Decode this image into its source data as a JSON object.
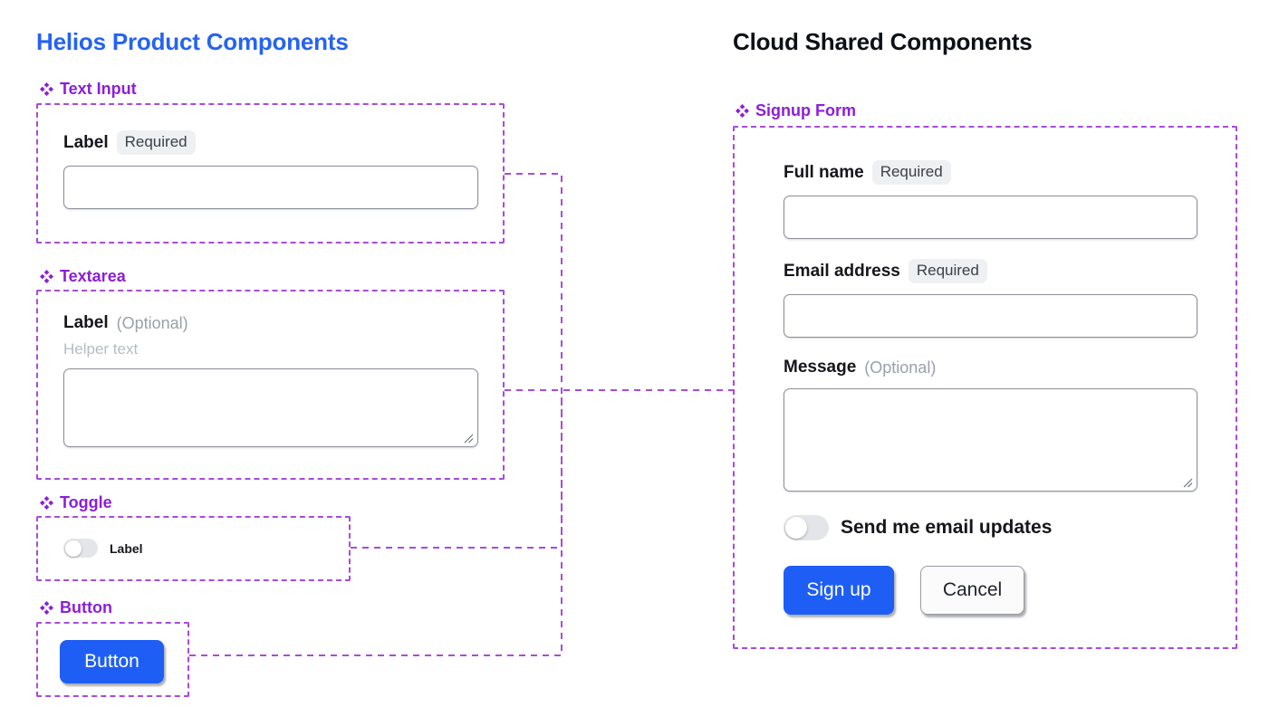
{
  "columns": {
    "left": {
      "title": "Helios Product Components"
    },
    "right": {
      "title": "Cloud Shared Components"
    }
  },
  "icons": {
    "group_marker": "diamond-cluster-icon",
    "resize_grip": "resize-grip-icon"
  },
  "colors": {
    "left_title": "#2563f0",
    "right_title": "#0d1117",
    "group_label": "#8b1fd6",
    "group_border": "#a84bdb",
    "primary_button": "#1e5ef5",
    "badge_bg": "#eef0f2",
    "optional_text": "#9aa0a8",
    "helper_text": "#b6bcc4"
  },
  "left_groups": [
    {
      "name": "text-input",
      "label": "Text Input",
      "field": {
        "label": "Label",
        "badge": "Required",
        "value": "",
        "placeholder": ""
      }
    },
    {
      "name": "textarea",
      "label": "Textarea",
      "field": {
        "label": "Label",
        "optional": "(Optional)",
        "helper": "Helper text",
        "value": "",
        "placeholder": ""
      }
    },
    {
      "name": "toggle",
      "label": "Toggle",
      "field": {
        "label": "Label",
        "state": "off"
      }
    },
    {
      "name": "button",
      "label": "Button",
      "field": {
        "label": "Button"
      }
    }
  ],
  "right_group": {
    "name": "signup-form",
    "label": "Signup Form",
    "fields": {
      "full_name": {
        "label": "Full name",
        "badge": "Required",
        "value": "",
        "placeholder": ""
      },
      "email": {
        "label": "Email address",
        "badge": "Required",
        "value": "",
        "placeholder": ""
      },
      "message": {
        "label": "Message",
        "optional": "(Optional)",
        "value": "",
        "placeholder": ""
      },
      "updates_toggle": {
        "label": "Send me email updates",
        "state": "off"
      }
    },
    "actions": {
      "submit": "Sign up",
      "cancel": "Cancel"
    }
  }
}
